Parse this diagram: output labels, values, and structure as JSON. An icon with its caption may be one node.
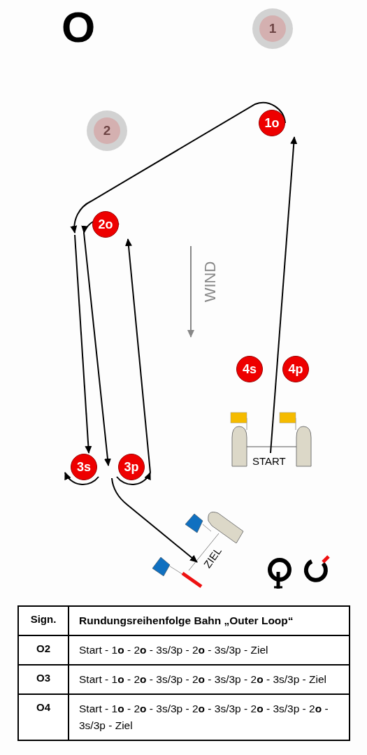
{
  "diagram": {
    "title": "O",
    "nodes": [
      {
        "text": [
          "1"
        ]
      },
      {
        "text": [
          "1o"
        ]
      },
      {
        "text": [
          "2"
        ]
      },
      {
        "text": [
          "2o"
        ]
      },
      {
        "text": [
          "4s"
        ]
      },
      {
        "text": [
          "4p"
        ]
      },
      {
        "text": [
          "START"
        ]
      },
      {
        "text": [
          "3s"
        ]
      },
      {
        "text": [
          "3p"
        ]
      },
      {
        "text": [
          "ZIEL"
        ]
      }
    ],
    "edges": [
      {
        "from": 6,
        "to": 1,
        "arrow": "to"
      },
      {
        "from": 1,
        "to": 3,
        "arrow": "to"
      },
      {
        "from": 3,
        "to": 7,
        "arrow": "to"
      },
      {
        "from": 3,
        "to": 7,
        "arrow": "to"
      },
      {
        "from": 8,
        "to": 3,
        "arrow": "to"
      },
      {
        "from": 8,
        "to": 9,
        "arrow": "to"
      }
    ],
    "labels": [
      "WIND",
      "Sign.",
      "Rundungsreihenfolge Bahn „Outer Loop“",
      "O2",
      "Start - 1**o** - 2**o** - 3s/3p - 2**o** - 3s/3p - Ziel",
      "O3",
      "Start - 1**o** - 2**o** - 3s/3p - 2**o** - 3s/3p - 2**o** - 3s/3p - Ziel",
      "O4",
      "Start - 1**o** - 2**o** - 3s/3p - 2**o** - 3s/3p - 2**o** - 3s/3p - 2**o** - 3s/3p - Ziel"
    ]
  }
}
